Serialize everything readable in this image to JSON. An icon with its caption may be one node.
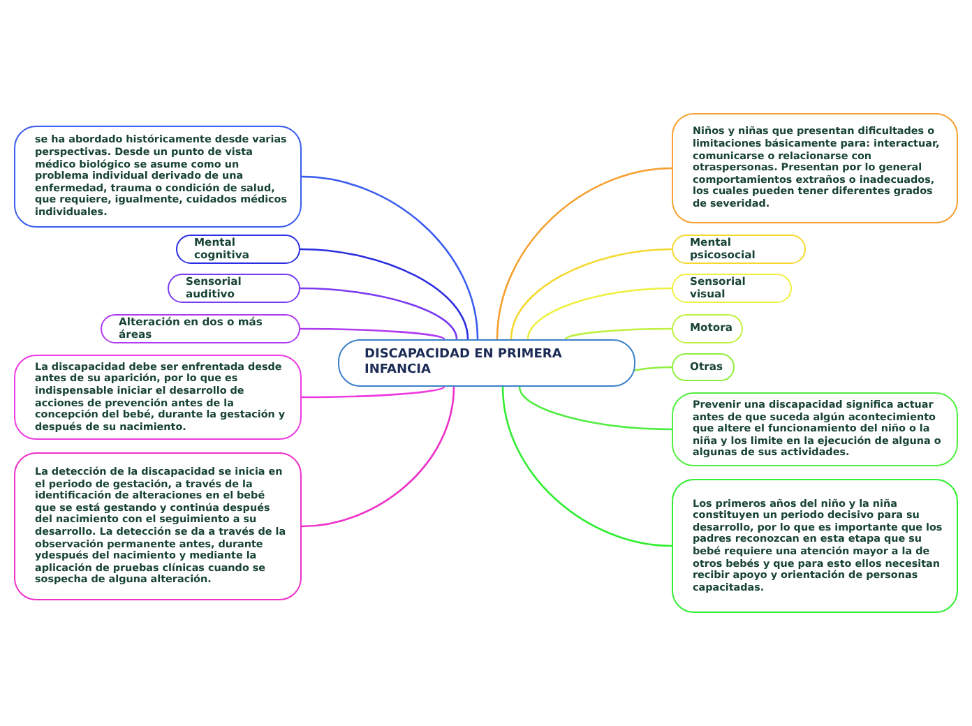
{
  "diagram": {
    "nodes": [
      {
        "text": [
          "DISCAPACIDAD EN PRIMERA INFANCIA"
        ]
      },
      {
        "text": [
          "se ha abordado históricamente desde varias perspectivas. Desde un punto de vista médico biológico se asume como un problema individual derivado de una enfermedad, trauma o condición de salud, que requiere, igualmente, cuidados médicos individuales."
        ]
      },
      {
        "text": [
          "Mental cognitiva"
        ]
      },
      {
        "text": [
          "Sensorial auditivo"
        ]
      },
      {
        "text": [
          "Alteración en dos o más áreas"
        ]
      },
      {
        "text": [
          "La discapacidad debe ser enfrentada desde antes de su aparición, por lo que es indispensable iniciar el desarrollo de acciones de prevención antes de la concepción del bebé, durante la gestación y después de su nacimiento."
        ]
      },
      {
        "text": [
          "La detección de la discapacidad se inicia en el periodo de gestación, a través de la identificación de alteraciones en el bebé que se está gestando y continúa después del nacimiento con el seguimiento a su desarrollo. La detección se da a través de la observación permanente antes, durante ydespués del nacimiento y mediante la aplicación de pruebas clínicas cuando se sospecha de alguna alteración."
        ]
      },
      {
        "text": [
          "Niños y niñas que presentan dificultades o limitaciones básicamente para: interactuar, comunicarse o relacionarse con otraspersonas. Presentan por lo general comportamientos extraños o inadecuados, los cuales pueden tener diferentes grados de severidad."
        ]
      },
      {
        "text": [
          "Mental psicosocial"
        ]
      },
      {
        "text": [
          "Sensorial visual"
        ]
      },
      {
        "text": [
          "Motora"
        ]
      },
      {
        "text": [
          "Otras"
        ]
      },
      {
        "text": [
          "Prevenir una discapacidad significa actuar antes de que suceda algún acontecimiento que altere el funcionamiento del niño o la niña y los limite en la ejecución de alguna o algunas de sus actividades."
        ]
      },
      {
        "text": [
          "Los primeros años del niño y la niña constituyen un periodo decisivo para su desarrollo, por lo que es importante que los padres reconozcan en esta etapa que su bebé requiere una atención mayor a la de otros bebés y que para esto ellos necesitan recibir apoyo y orientación de personas capacitadas."
        ]
      }
    ],
    "edges": [
      {
        "from": 0,
        "to": 1,
        "arrow": "none",
        "color": "#3a5cf0"
      },
      {
        "from": 0,
        "to": 2,
        "arrow": "none",
        "color": "#2a2ee0"
      },
      {
        "from": 0,
        "to": 3,
        "arrow": "none",
        "color": "#7a3af0"
      },
      {
        "from": 0,
        "to": 4,
        "arrow": "none",
        "color": "#b03af0"
      },
      {
        "from": 0,
        "to": 5,
        "arrow": "none",
        "color": "#ee3ae0"
      },
      {
        "from": 0,
        "to": 6,
        "arrow": "none",
        "color": "#ee30c8"
      },
      {
        "from": 0,
        "to": 7,
        "arrow": "none",
        "color": "#f5a030"
      },
      {
        "from": 0,
        "to": 8,
        "arrow": "none",
        "color": "#f5d830"
      },
      {
        "from": 0,
        "to": 9,
        "arrow": "none",
        "color": "#eef040"
      },
      {
        "from": 0,
        "to": 10,
        "arrow": "none",
        "color": "#c0f040"
      },
      {
        "from": 0,
        "to": 11,
        "arrow": "none",
        "color": "#90f040"
      },
      {
        "from": 0,
        "to": 12,
        "arrow": "none",
        "color": "#50ee40"
      },
      {
        "from": 0,
        "to": 13,
        "arrow": "none",
        "color": "#30ee30"
      }
    ]
  }
}
